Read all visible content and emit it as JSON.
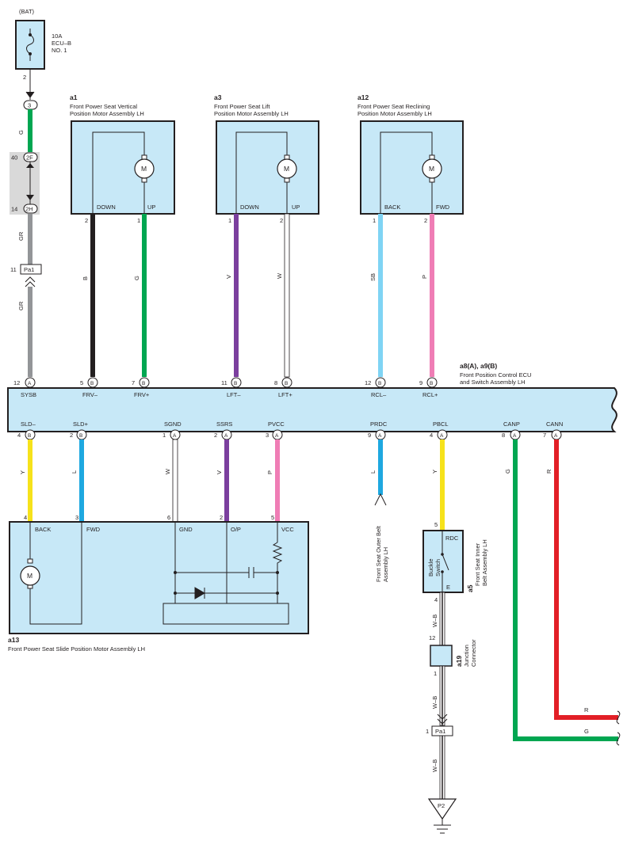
{
  "colors": {
    "green": "#00a651",
    "black": "#231f20",
    "violet": "#7b3f9e",
    "white": "#ffffff",
    "sky_blue": "#7fd4f4",
    "pink": "#ef7db5",
    "gray": "#939598",
    "yellow": "#f6e21b",
    "blue": "#1ea8e0",
    "red": "#e21f26",
    "box_fill": "#c7e8f7"
  },
  "power": {
    "bat": "(BAT)",
    "fuse_amp": "10A",
    "fuse_name": "ECU–B",
    "fuse_no": "NO. 1",
    "pin": "2"
  },
  "connectors": {
    "c3": {
      "label": "3"
    },
    "c2f": {
      "label": "2F",
      "pin": "40"
    },
    "c2h": {
      "label": "2H",
      "pin": "14"
    },
    "pa1_top": {
      "label": "Pa1",
      "pin": "11"
    },
    "pa1_bottom": {
      "label": "Pa1",
      "pin": "1"
    },
    "p2": {
      "label": "P2"
    }
  },
  "wire_codes": {
    "g_top": "G",
    "gr_upper": "GR",
    "gr_lower": "GR",
    "frv_minus": "B",
    "frv_plus": "G",
    "lft_minus": "V",
    "lft_plus": "W",
    "rcl_minus": "SB",
    "rcl_plus": "P",
    "sld_minus": "Y",
    "sld_plus": "L",
    "sgnd": "W",
    "ssrs": "V",
    "pvcc": "P",
    "prdc": "L",
    "pbcl": "Y",
    "canp": "G",
    "cann": "R",
    "wb_1": "W–B",
    "wb_2": "W–B",
    "wb_3": "W–B",
    "can_r": "R",
    "can_g": "G"
  },
  "motors": {
    "a1": {
      "id": "a1",
      "name1": "Front Power Seat Vertical",
      "name2": "Position Motor Assembly LH",
      "left": "DOWN",
      "right": "UP",
      "pin_left": "2",
      "pin_right": "1",
      "m": "M"
    },
    "a3": {
      "id": "a3",
      "name1": "Front Power Seat Lift",
      "name2": "Position Motor Assembly LH",
      "left": "DOWN",
      "right": "UP",
      "pin_left": "1",
      "pin_right": "2",
      "m": "M"
    },
    "a12": {
      "id": "a12",
      "name1": "Front Power Seat Reclining",
      "name2": "Position Motor Assembly LH",
      "left": "BACK",
      "right": "FWD",
      "pin_left": "1",
      "pin_right": "2",
      "m": "M"
    }
  },
  "ecu": {
    "id": "a8(A), a9(B)",
    "name1": "Front Position Control ECU",
    "name2": "and Switch Assembly LH",
    "top_pins": [
      {
        "name": "SYSB",
        "pin": "12",
        "conn": "A"
      },
      {
        "name": "FRV–",
        "pin": "5",
        "conn": "B"
      },
      {
        "name": "FRV+",
        "pin": "7",
        "conn": "B"
      },
      {
        "name": "LFT–",
        "pin": "11",
        "conn": "B"
      },
      {
        "name": "LFT+",
        "pin": "8",
        "conn": "B"
      },
      {
        "name": "RCL–",
        "pin": "12",
        "conn": "B"
      },
      {
        "name": "RCL+",
        "pin": "9",
        "conn": "B"
      }
    ],
    "bottom_pins": [
      {
        "name": "SLD–",
        "pin": "4",
        "conn": "B"
      },
      {
        "name": "SLD+",
        "pin": "2",
        "conn": "B"
      },
      {
        "name": "SGND",
        "pin": "1",
        "conn": "A"
      },
      {
        "name": "SSRS",
        "pin": "2",
        "conn": "A"
      },
      {
        "name": "PVCC",
        "pin": "3",
        "conn": "A"
      },
      {
        "name": "PRDC",
        "pin": "9",
        "conn": "A"
      },
      {
        "name": "PBCL",
        "pin": "4",
        "conn": "A"
      },
      {
        "name": "CANP",
        "pin": "8",
        "conn": "A"
      },
      {
        "name": "CANN",
        "pin": "7",
        "conn": "A"
      }
    ]
  },
  "slide_motor": {
    "id": "a13",
    "name": "Front Power Seat Slide Position Motor Assembly LH",
    "back": "BACK",
    "fwd": "FWD",
    "gnd": "GND",
    "op": "O/P",
    "vcc": "VCC",
    "m": "M",
    "pin_back": "4",
    "pin_fwd": "3",
    "pin_gnd": "6",
    "pin_op": "2",
    "pin_vcc": "5"
  },
  "outer_belt": {
    "line1": "Front Seat Outer Belt",
    "line2": "Assembly LH"
  },
  "buckle": {
    "id": "a5",
    "name1": "Front Seat Inner",
    "name2": "Belt Assembly LH",
    "switch1": "Buckle",
    "switch2": "Switch",
    "rdc": "RDC",
    "e": "E",
    "pin_top": "5",
    "pin_bottom": "4"
  },
  "junction": {
    "id": "a19",
    "line1": "Junction",
    "line2": "Connector",
    "pin_top": "12",
    "pin_bottom": "1"
  }
}
